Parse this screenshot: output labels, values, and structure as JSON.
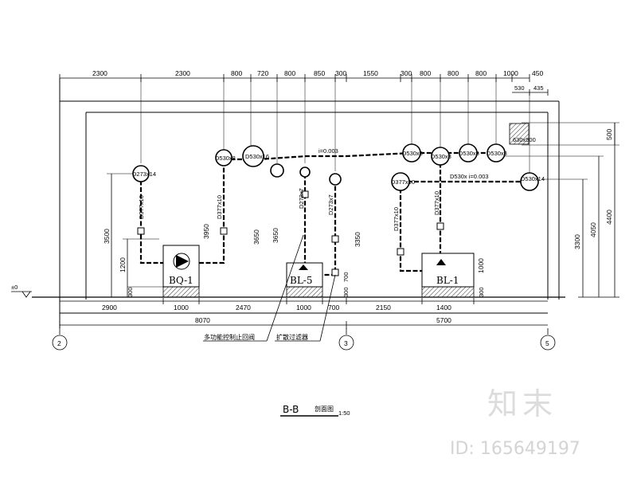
{
  "top_dims_row1": [
    "2300",
    "2300",
    "800",
    "720",
    "800",
    "850",
    "300",
    "1550",
    "300",
    "800",
    "800",
    "800",
    "1000",
    "450"
  ],
  "top_dims_row2": [
    "530",
    "435"
  ],
  "bottom_dims_row1": [
    "2900",
    "1000",
    "2470",
    "1000",
    "700",
    "2150",
    "1400"
  ],
  "bottom_dims_row2": [
    "8070",
    "5700"
  ],
  "vertical_dims": {
    "left_total": "3500",
    "left_base": "1200",
    "left_ground": "300",
    "bq_height": "3950",
    "mid_a": "3650",
    "mid_b": "3650",
    "bl5_height": "3350",
    "bl5_right": "700",
    "bl5_ground": "300",
    "bl1_right": "1000",
    "bl1_ground": "300",
    "right_a": "3300",
    "right_b": "4050",
    "right_c": "4400",
    "right_top": "500"
  },
  "pipe_labels": [
    "D377x10",
    "D377x10",
    "D273x7",
    "D273x7",
    "D377x10",
    "D377x10"
  ],
  "circle_labels": [
    "D273x14",
    "D530x8",
    "D530x16",
    "D530x8",
    "D530x8",
    "D530x8",
    "D530x8",
    "D377x10",
    "D530x14"
  ],
  "duct_label": "630x500",
  "slope_label_1": "i=0.003",
  "slope_label_2": "D530x i=0.003",
  "equipment": [
    "BQ-1",
    "BL-5",
    "BL-1"
  ],
  "axis_markers": [
    "2",
    "3",
    "5"
  ],
  "callout_valve": "多功能控制止回阀",
  "callout_filter": "扩散过滤器",
  "ground_mark": "±0",
  "title_prefix": "B-B",
  "title_cn": "剖面图",
  "title_scale": "1:50",
  "watermark_brand": "知末",
  "watermark_id": "ID: 165649197"
}
